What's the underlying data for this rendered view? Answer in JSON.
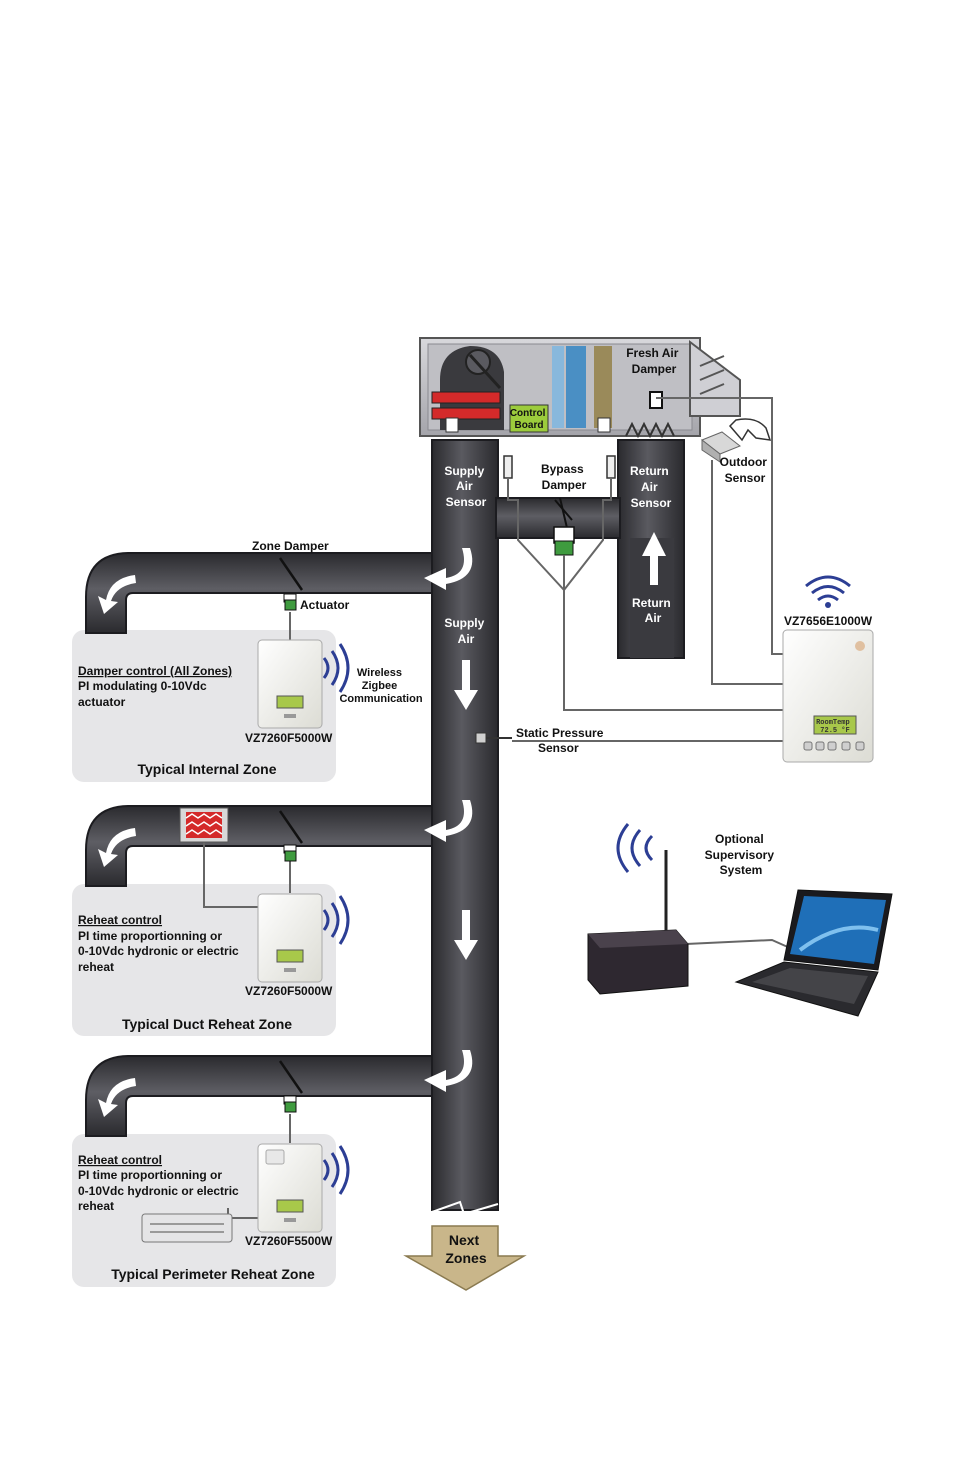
{
  "ahu": {
    "fresh_air_damper": [
      "Fresh Air",
      "Damper"
    ],
    "control_board": [
      "Control",
      "Board"
    ]
  },
  "sensors": {
    "outdoor": [
      "Outdoor",
      "Sensor"
    ],
    "supply_air": [
      "Supply",
      "Air",
      "Sensor"
    ],
    "bypass_damper": [
      "Bypass",
      "Damper"
    ],
    "return_air_sensor": [
      "Return",
      "Air",
      "Sensor"
    ],
    "return_air": [
      "Return",
      "Air"
    ],
    "supply_air_duct": [
      "Supply",
      "Air"
    ],
    "static_pressure": [
      "Static Pressure",
      "Sensor"
    ]
  },
  "main_controller": {
    "model": "VZ7656E1000W",
    "lcd": [
      "RoomTemp",
      "72.5 °F"
    ]
  },
  "zone_damper_label": "Zone Damper",
  "actuator_label": "Actuator",
  "wireless_label": [
    "Wireless",
    "Zigbee",
    "Communication"
  ],
  "zones": [
    {
      "title": "Typical Internal Zone",
      "control_title": "Damper control (All Zones)",
      "desc": [
        "PI modulating 0-10Vdc",
        "actuator"
      ],
      "model": "VZ7260F5000W"
    },
    {
      "title": "Typical Duct Reheat Zone",
      "control_title": "Reheat control",
      "desc": [
        "PI time proportionning or",
        "0-10Vdc hydronic or electric",
        "reheat"
      ],
      "model": "VZ7260F5000W"
    },
    {
      "title": "Typical Perimeter Reheat Zone",
      "control_title": "Reheat control",
      "desc": [
        "PI time proportionning or",
        "0-10Vdc hydronic or electric",
        "reheat"
      ],
      "model": "VZ7260F5500W"
    }
  ],
  "supervisory": [
    "Optional",
    "Supervisory",
    "System"
  ],
  "next_zones": [
    "Next",
    "Zones"
  ],
  "colors": {
    "duct": "#3d3d40",
    "duct_edge": "#222226",
    "zone_box": "#e6e6e8",
    "wireless": "#2c3e94",
    "actuator_green": "#3f9b3f",
    "control_board": "#9ccc3c",
    "next_arrow": "#c9b68a"
  }
}
